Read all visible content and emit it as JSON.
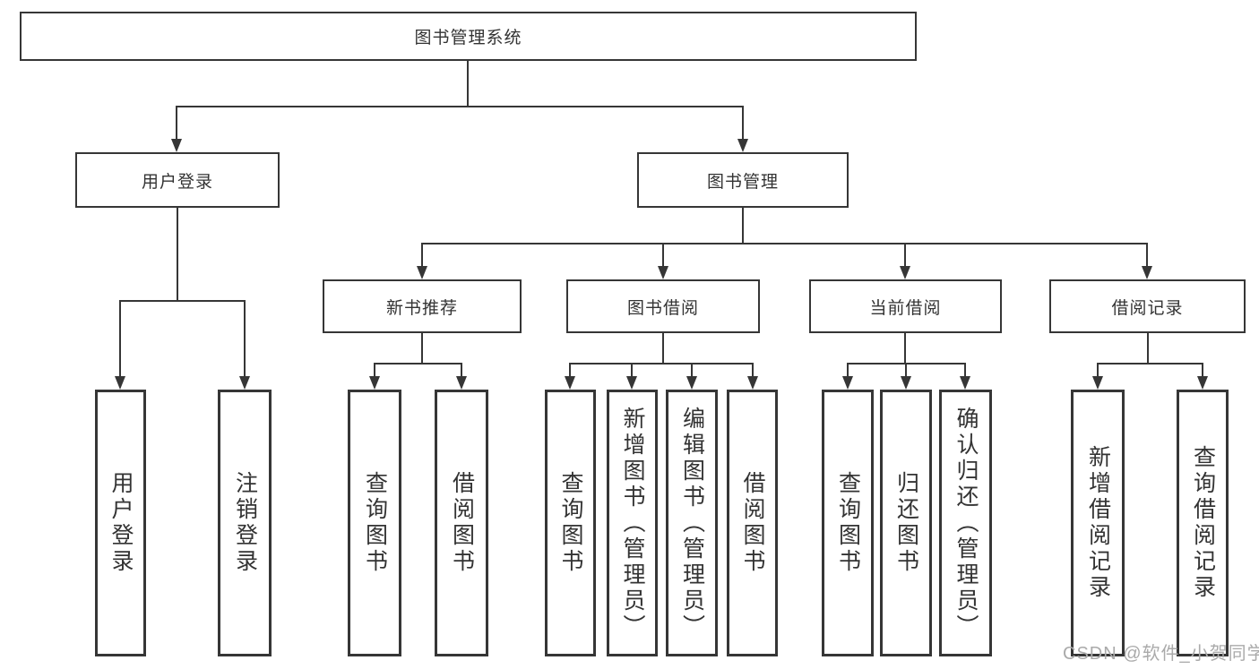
{
  "tree": {
    "root": "图书管理系统",
    "branches": [
      {
        "label": "用户登录",
        "children": [
          "用户登录",
          "注销登录"
        ]
      },
      {
        "label": "图书管理",
        "children": [
          {
            "label": "新书推荐",
            "children": [
              "查询图书",
              "借阅图书"
            ]
          },
          {
            "label": "图书借阅",
            "children": [
              "查询图书",
              "新增图书（管理员）",
              "编辑图书（管理员）",
              "借阅图书"
            ]
          },
          {
            "label": "当前借阅",
            "children": [
              "查询图书",
              "归还图书",
              "确认归还（管理员）"
            ]
          },
          {
            "label": "借阅记录",
            "children": [
              "新增借阅记录",
              "查询借阅记录"
            ]
          }
        ]
      }
    ]
  },
  "watermark": "CSDN @软件_小贺同学",
  "colors": {
    "line": "#363636",
    "text": "#333333",
    "watermark": "#aaaaaa",
    "background": "#ffffff"
  }
}
